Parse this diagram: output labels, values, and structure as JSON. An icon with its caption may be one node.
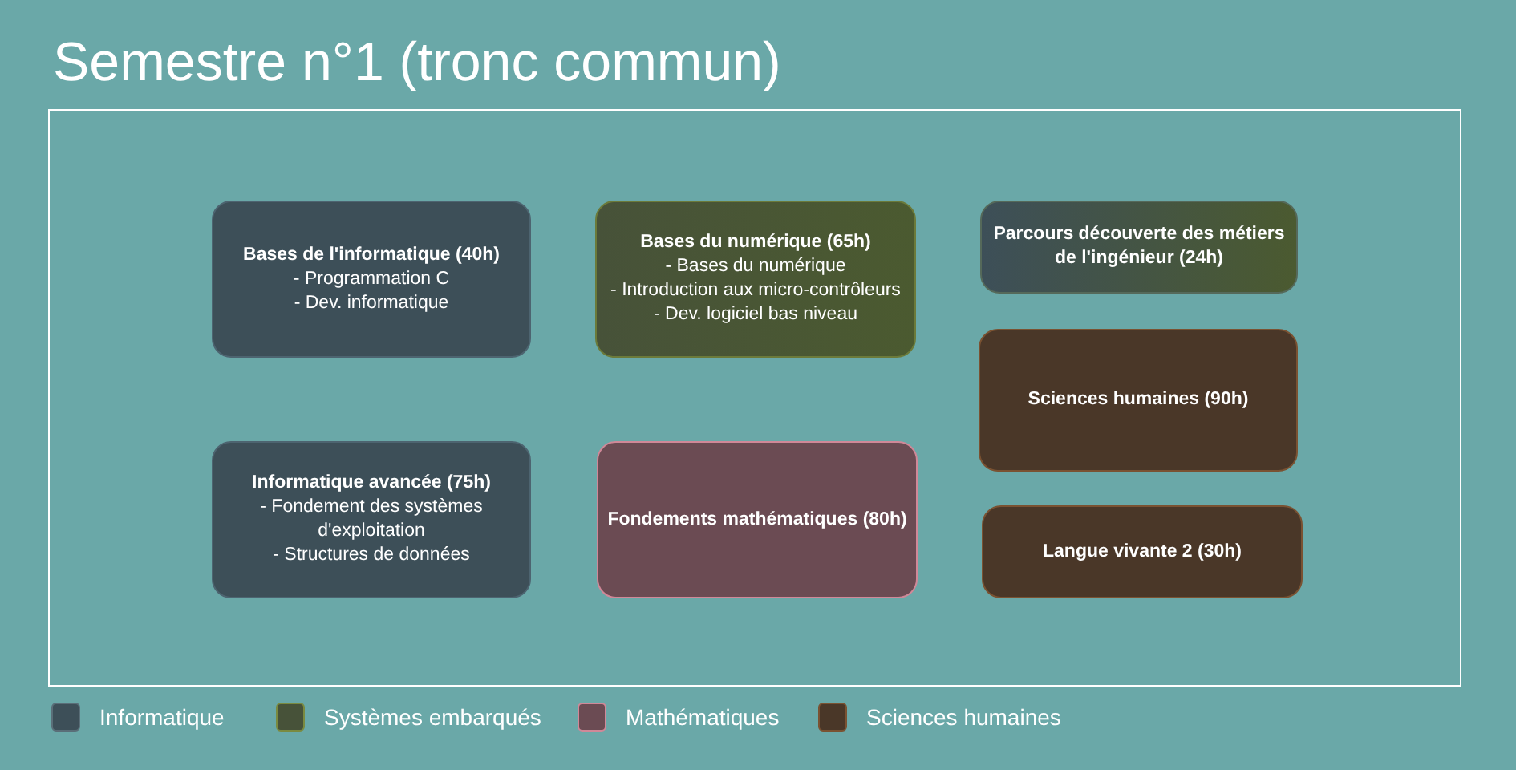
{
  "diagram": {
    "title": "Semestre n°1 (tronc commun)",
    "nodes": [
      {
        "text": [],
        "shape": "box"
      },
      {
        "text": [
          "Bases de l'informatique (40h)",
          "- Programmation C",
          "- Dev. informatique"
        ],
        "in": 0
      },
      {
        "text": [
          "Bases du numérique (65h)",
          "- Bases du numérique",
          "- Introduction aux micro-contrôleurs",
          "- Dev. logiciel bas niveau"
        ],
        "in": 0
      },
      {
        "text": [
          "Parcours découverte des métiers de l'ingénieur (24h)"
        ],
        "in": 0
      },
      {
        "text": [
          "Sciences humaines (90h)"
        ],
        "in": 0
      },
      {
        "text": [
          "Informatique avancée (75h)",
          "- Fondement des systèmes d'exploitation",
          "- Structures de données"
        ],
        "in": 0
      },
      {
        "text": [
          "Fondements mathématiques (80h)"
        ],
        "in": 0
      },
      {
        "text": [
          "Langue vivante 2 (30h)"
        ],
        "in": 0
      }
    ],
    "edges": [],
    "legend": [
      {
        "text": "Informatique",
        "color": "#3d4f58"
      },
      {
        "text": "Systèmes embarqués",
        "color": "#475239"
      },
      {
        "text": "Mathématiques",
        "color": "#6b4b53"
      },
      {
        "text": "Sciences humaines",
        "color": "#4a3728"
      }
    ]
  }
}
